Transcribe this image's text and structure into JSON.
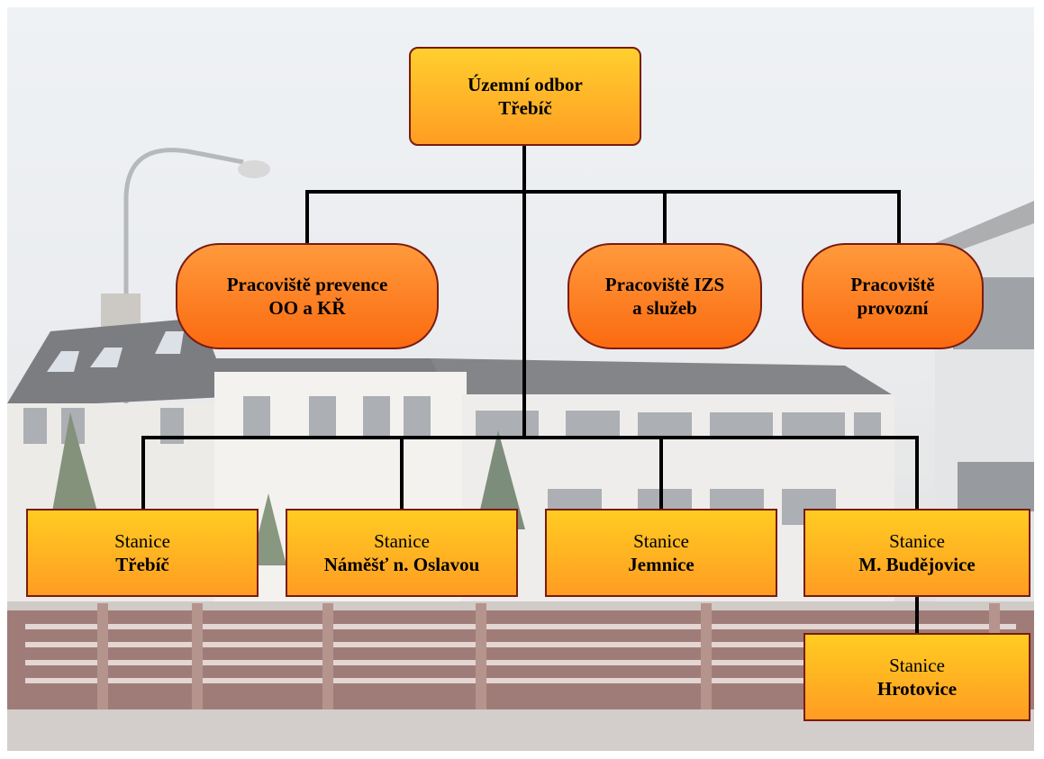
{
  "diagram": {
    "root": {
      "line1": "Územní odbor",
      "line2": "Třebíč"
    },
    "departments": [
      {
        "line1": "Pracoviště prevence",
        "line2": "OO a KŘ"
      },
      {
        "line1": "Pracoviště IZS",
        "line2": "a služeb"
      },
      {
        "line1": "Pracoviště",
        "line2": "provozní"
      }
    ],
    "stations": [
      {
        "label": "Stanice",
        "name": "Třebíč"
      },
      {
        "label": "Stanice",
        "name": "Náměšť n. Oslavou"
      },
      {
        "label": "Stanice",
        "name": "Jemnice"
      },
      {
        "label": "Stanice",
        "name": "M. Budějovice"
      },
      {
        "label": "Stanice",
        "name": "Hrotovice"
      }
    ],
    "colors": {
      "box_border": "#7a1b12",
      "rect_fill_top": "#ffcf2e",
      "rect_fill_bottom": "#ff9d23",
      "pill_fill_top": "#ff9a3c",
      "pill_fill_bottom": "#fb6a10",
      "connector": "#000000"
    }
  }
}
